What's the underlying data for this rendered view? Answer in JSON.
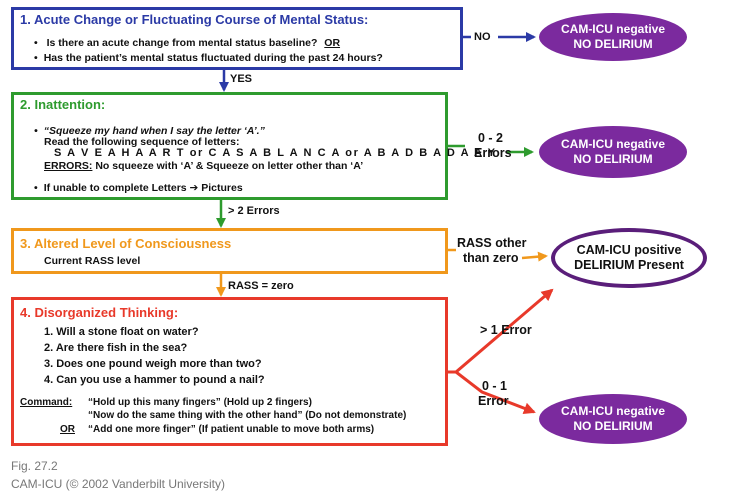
{
  "step1": {
    "title": "1. Acute Change or Fluctuating Course of Mental Status:",
    "q1": "Is there an acute change from mental status baseline?",
    "q1_or": "OR",
    "q2": "Has the patient’s mental status fluctuated during the past 24 hours?"
  },
  "step2": {
    "title": "2. Inattention:",
    "instruction": "“Squeeze my hand when I say the letter ‘A’.”",
    "read_line": "Read the following sequence of letters:",
    "sequence": "S A V E A H A A R T  or  C A S A B L A N C A  or  A B A D B A D A A Y",
    "errors_label": "ERRORS:",
    "errors_text": "No squeeze with ‘A’ & Squeeze on letter other than ‘A’",
    "fallback": "If unable to complete Letters ➔ Pictures"
  },
  "step3": {
    "title": "3. Altered Level of Consciousness",
    "subtitle": "Current RASS level"
  },
  "step4": {
    "title": "4. Disorganized Thinking:",
    "questions": [
      "1. Will a stone float on water?",
      "2. Are there fish in the sea?",
      "3. Does one pound weigh more than two?",
      "4. Can you use a hammer to pound a nail?"
    ],
    "command_label": "Command:",
    "command_1": "“Hold up this many fingers” (Hold up 2 fingers)",
    "command_2": "“Now do the same thing with the other hand” (Do not demonstrate)",
    "or_label": "OR",
    "command_3": "“Add one more finger” (If patient unable to move both arms)"
  },
  "connectors": {
    "no": "NO",
    "yes": "YES",
    "errors_0_2_a": "0 - 2",
    "errors_0_2_b": "Errors",
    "errors_gt2": "> 2 Errors",
    "rass_other_a": "RASS other",
    "rass_other_b": "than zero",
    "rass_zero": "RASS = zero",
    "gt1_error": "> 1 Error",
    "err_0_1_a": "0 - 1",
    "err_0_1_b": "Error"
  },
  "outcomes": {
    "negative_line1": "CAM-ICU negative",
    "negative_line2": "NO DELIRIUM",
    "positive_line1": "CAM-ICU positive",
    "positive_line2": "DELIRIUM Present"
  },
  "caption": {
    "fig": "Fig. 27.2",
    "source": "CAM-ICU (© 2002 Vanderbilt University)"
  },
  "colors": {
    "blue": "#2b3aa6",
    "green": "#2e9b2e",
    "orange": "#f0981c",
    "red": "#e8392a",
    "purple": "#7b2a9e"
  }
}
